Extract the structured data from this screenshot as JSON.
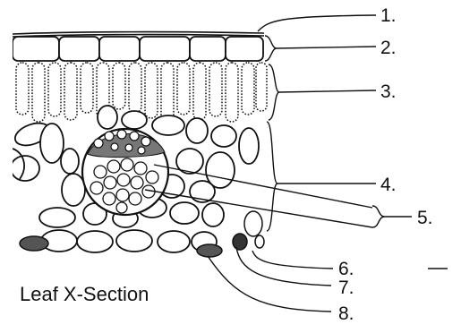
{
  "caption": "Leaf X-Section",
  "labels": [
    "1.",
    "2.",
    "3.",
    "4.",
    "5.",
    "6.",
    "7.",
    "8."
  ],
  "colors": {
    "ink": "#111111",
    "background": "#ffffff"
  }
}
